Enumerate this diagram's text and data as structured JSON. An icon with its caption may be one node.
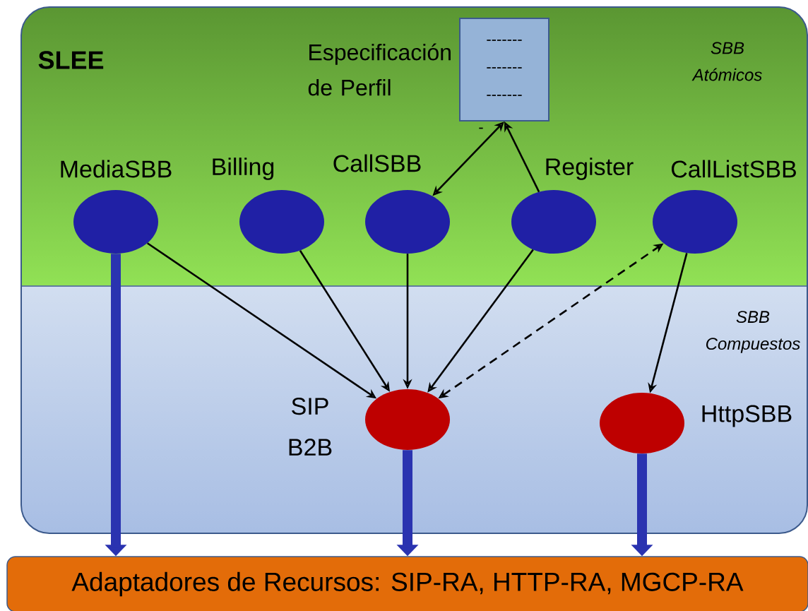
{
  "diagram": {
    "nodes": [
      {
        "text": [
          "SLEE"
        ]
      },
      {
        "text": [
          "Especificación de Perfil",
          "------- ------- -------"
        ],
        "beside": [
          "-"
        ],
        "in": 0
      },
      {
        "text": [
          "MediaSBB"
        ],
        "in": 0
      },
      {
        "text": [
          "Billing"
        ],
        "in": 0
      },
      {
        "text": [
          "CallSBB"
        ],
        "in": 0
      },
      {
        "text": [
          "Register"
        ],
        "in": 0
      },
      {
        "text": [
          "CallListSBB"
        ],
        "in": 0
      },
      {
        "text": [
          "SIP B2B"
        ],
        "in": 0
      },
      {
        "text": [
          "HttpSBB"
        ],
        "in": 0
      },
      {
        "text": [
          "Adaptadores de Recursos:  SIP-RA, HTTP-RA, MGCP-RA"
        ]
      }
    ],
    "edges": [
      {
        "from": 1,
        "to": 4,
        "arrow": "both"
      },
      {
        "from": 5,
        "to": 1,
        "arrow": "to"
      },
      {
        "from": 2,
        "to": 7,
        "arrow": "to"
      },
      {
        "from": 3,
        "to": 7,
        "arrow": "to"
      },
      {
        "from": 4,
        "to": 7,
        "arrow": "to"
      },
      {
        "from": 5,
        "to": 7,
        "arrow": "to"
      },
      {
        "from": 7,
        "to": 6,
        "arrow": "both",
        "style": "dashed"
      },
      {
        "from": 6,
        "to": 8,
        "arrow": "to"
      },
      {
        "from": 2,
        "to": 9,
        "arrow": "to",
        "style": "thick",
        "color": "#2a33b0"
      },
      {
        "from": 7,
        "to": 9,
        "arrow": "to",
        "style": "thick",
        "color": "#2a33b0"
      },
      {
        "from": 8,
        "to": 9,
        "arrow": "to",
        "style": "thick",
        "color": "#2a33b0"
      }
    ],
    "labels": [
      "SBB Atómicos",
      "SBB Compuestos"
    ]
  }
}
